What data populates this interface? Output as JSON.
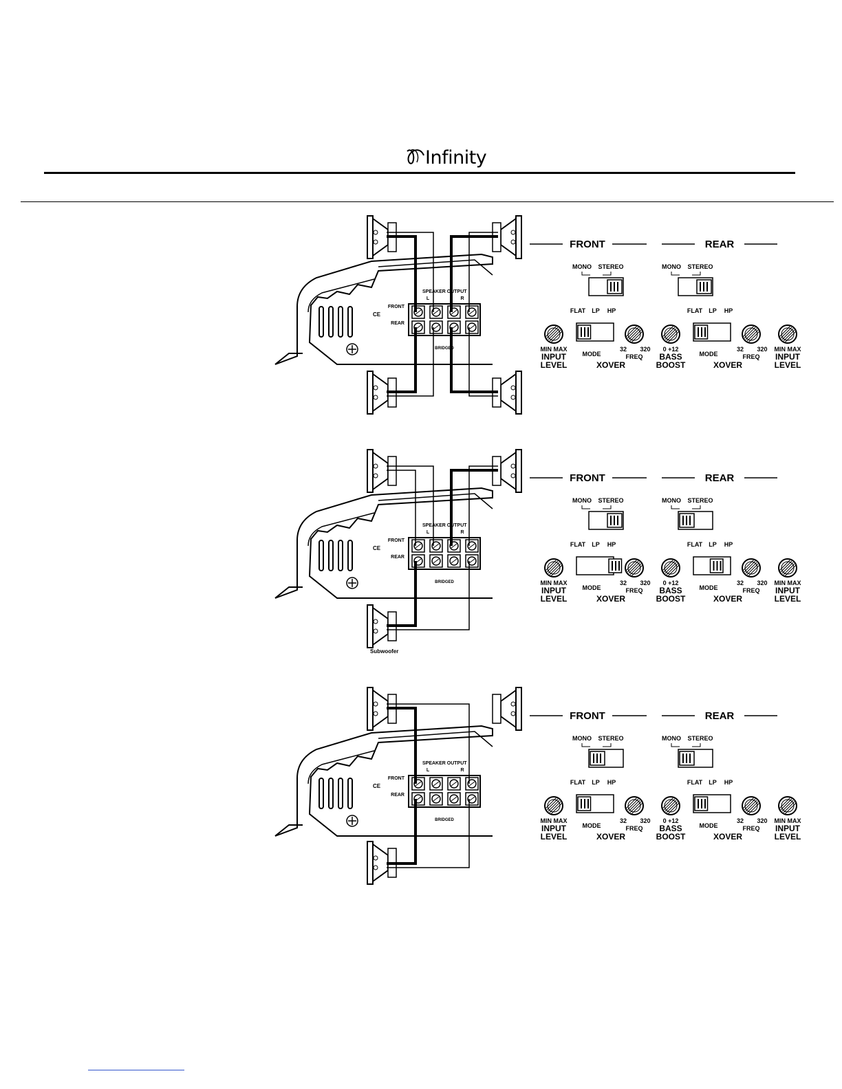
{
  "header": {
    "logo_text": "Infinity"
  },
  "diagrams": [
    {
      "name": "diagram-1",
      "front_mode": "stereo",
      "rear_mode": "stereo",
      "front_xover": "flat",
      "rear_xover": "flat",
      "bottom_label": "",
      "speaker_output_label": "SPEAKER OUTPUT",
      "bridged_label": "BRIDGED"
    },
    {
      "name": "diagram-2",
      "front_mode": "stereo",
      "rear_mode": "mono",
      "front_xover": "hp",
      "rear_xover": "lp",
      "bottom_label": "Subwoofer",
      "speaker_output_label": "SPEAKER OUTPUT",
      "bridged_label": "BRIDGED"
    },
    {
      "name": "diagram-3",
      "front_mode": "mono",
      "rear_mode": "mono",
      "front_xover": "flat",
      "rear_xover": "flat",
      "bottom_label": "",
      "speaker_output_label": "SPEAKER OUTPUT",
      "bridged_label": "BRIDGED"
    }
  ],
  "labels": {
    "front": "FRONT",
    "rear": "REAR",
    "mono": "MONO",
    "stereo": "STEREO",
    "flat": "FLAT",
    "lp": "LP",
    "hp": "HP",
    "min": "MIN",
    "max": "MAX",
    "input": "INPUT",
    "level": "LEVEL",
    "mode": "MODE",
    "xover": "XOVER",
    "freq_lo": "32",
    "freq_hi": "320",
    "freq": "FREQ",
    "boost_lo": "0",
    "boost_hi": "+12",
    "bass": "BASS",
    "boost": "BOOST",
    "front_term": "FRONT",
    "rear_term": "REAR",
    "ce": "CE",
    "l": "L",
    "r": "R"
  },
  "colors": {
    "line": "#000000",
    "link": "#3355cc"
  }
}
